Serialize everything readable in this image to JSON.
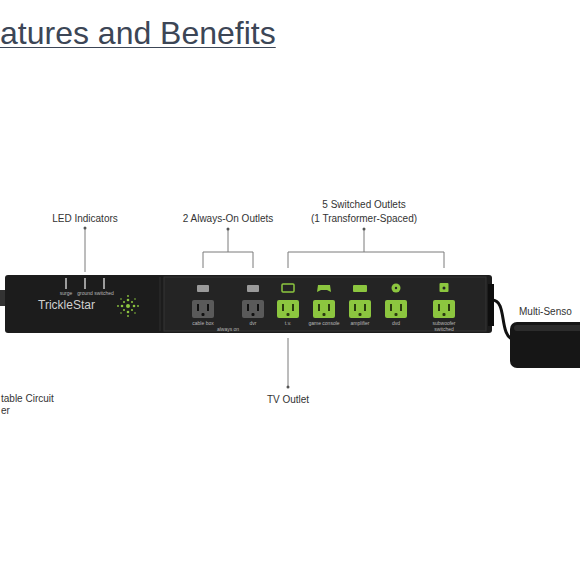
{
  "diagram": {
    "title": "atures and Benefits",
    "labels": [
      "LED Indicators",
      "2 Always-On Outlets",
      "5 Switched Outlets",
      "(1 Transformer-Spaced)",
      "TV Outlet",
      "table Circuit",
      "er",
      "Multi-Senso",
      "surge",
      "ground",
      "switched",
      "TrickleStar",
      "cable box",
      "dvr",
      "always on",
      "t.v.",
      "game console",
      "amplifier",
      "dvd",
      "subwoofer",
      "switched"
    ]
  }
}
